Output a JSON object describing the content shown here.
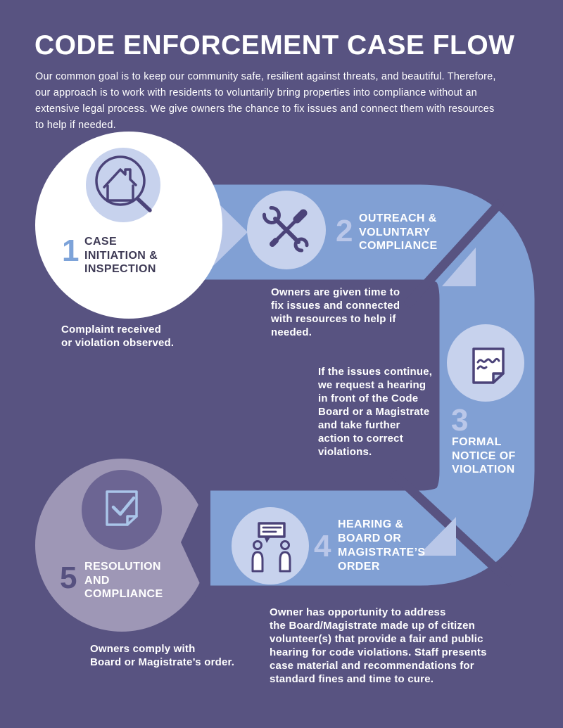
{
  "title": "CODE ENFORCEMENT CASE FLOW",
  "intro": "Our common goal is to keep our community safe, resilient against threats, and beautiful. Therefore,\nour approach is to work with residents to voluntarily bring properties into compliance without an\nextensive legal process. We give owners the chance to fix issues and connect them with resources\nto help if needed.",
  "steps": [
    {
      "number": "1",
      "label": "CASE\nINITIATION &\nINSPECTION",
      "icon": "house-magnifier",
      "description": "Complaint received\nor violation observed."
    },
    {
      "number": "2",
      "label": "OUTREACH &\nVOLUNTARY\nCOMPLIANCE",
      "icon": "tools",
      "description": "Owners are given time to\nfix issues and connected\nwith resources to help if\nneeded."
    },
    {
      "number": "3",
      "label": "FORMAL\nNOTICE OF\nVIOLATION",
      "icon": "notice-document",
      "description": "If the issues continue,\nwe request a hearing\nin front of the Code\nBoard or a Magistrate\nand take further\naction to correct\nviolations."
    },
    {
      "number": "4",
      "label": "HEARING &\nBOARD OR\nMAGISTRATE’S\nORDER",
      "icon": "hearing-people",
      "description": "Owner has opportunity to address\nthe Board/Magistrate made up of citizen\nvolunteer(s) that provide a fair and public\nhearing for code violations. Staff presents\ncase material and recommendations for\nstandard fines and time to cure."
    },
    {
      "number": "5",
      "label": "RESOLUTION\nAND\nCOMPLIANCE",
      "icon": "document-check",
      "description": "Owners comply with\nBoard or Magistrate’s order."
    }
  ],
  "colors": {
    "background": "#585381",
    "band": "#81a0d4",
    "pale_accent": "#b9c7e8",
    "icon_circle": "#c7d2ed",
    "step1_circle": "#ffffff",
    "step5_circle": "#9e97b6",
    "step5_inner_circle": "#6c6593",
    "icon_stroke": "#4b4379",
    "step5_icon_stroke": "#aac5e9",
    "number1": "#7da3d9",
    "number_pale": "#bac7e9",
    "number5": "#565180",
    "step1_text": "#3e3a55",
    "body_text": "#ffffff"
  }
}
